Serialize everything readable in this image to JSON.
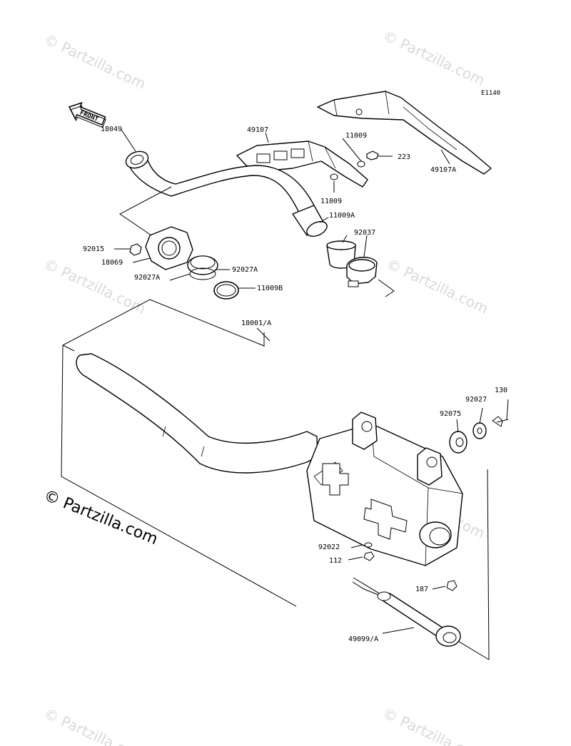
{
  "diagram_code": "E1140",
  "front_label": "FRONT",
  "copyright": "© Partzilla.com",
  "watermark": "© Partzilla.com",
  "parts": [
    {
      "id": "18049",
      "label": "18049"
    },
    {
      "id": "49107",
      "label": "49107"
    },
    {
      "id": "11009_top",
      "label": "11009"
    },
    {
      "id": "223",
      "label": "223"
    },
    {
      "id": "49107A",
      "label": "49107A"
    },
    {
      "id": "11009_bot",
      "label": "11009"
    },
    {
      "id": "11009A",
      "label": "11009A"
    },
    {
      "id": "92037",
      "label": "92037"
    },
    {
      "id": "92015",
      "label": "92015"
    },
    {
      "id": "18069",
      "label": "18069"
    },
    {
      "id": "92027A_right",
      "label": "92027A"
    },
    {
      "id": "92027A_left",
      "label": "92027A"
    },
    {
      "id": "11009B",
      "label": "11009B"
    },
    {
      "id": "18001A",
      "label": "18001/A"
    },
    {
      "id": "130",
      "label": "130"
    },
    {
      "id": "92027",
      "label": "92027"
    },
    {
      "id": "92075",
      "label": "92075"
    },
    {
      "id": "92022",
      "label": "92022"
    },
    {
      "id": "112",
      "label": "112"
    },
    {
      "id": "187",
      "label": "187"
    },
    {
      "id": "49099A",
      "label": "49099/A"
    }
  ]
}
